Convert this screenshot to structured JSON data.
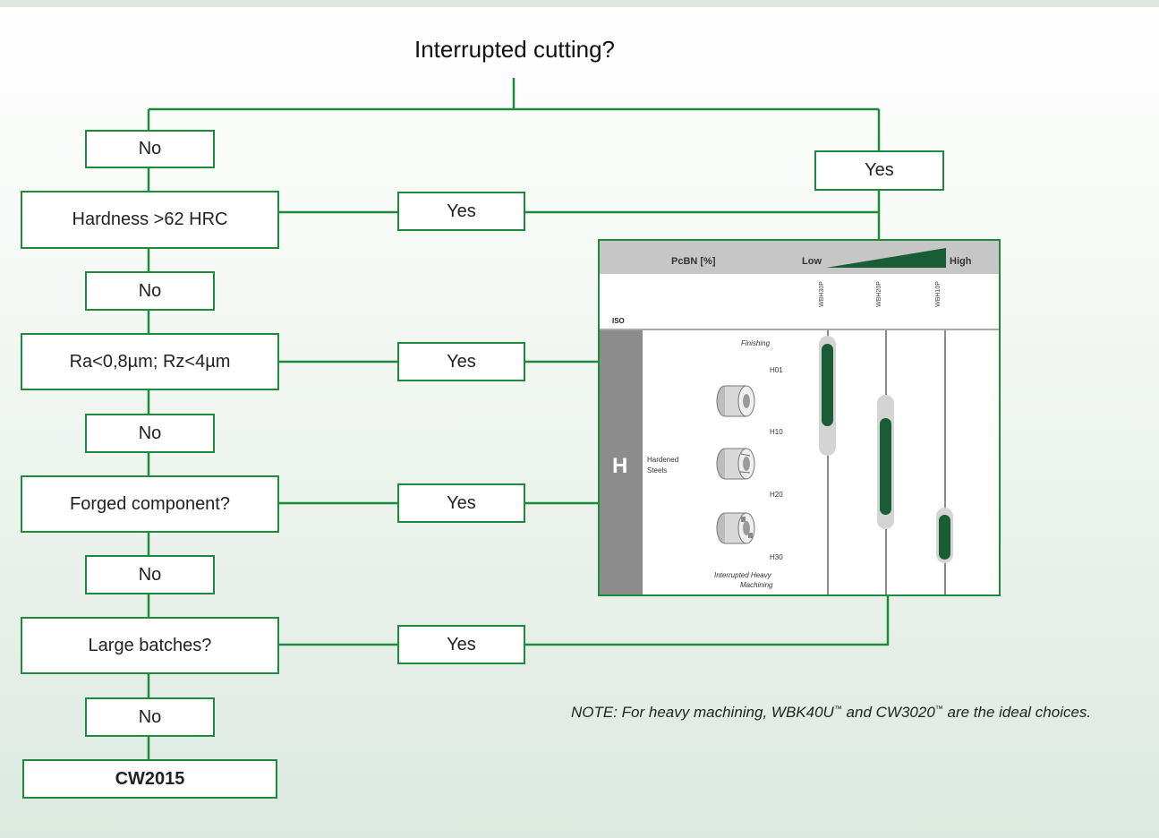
{
  "title": "Interrupted cutting?",
  "boxes": {
    "no1": "No",
    "yes_top": "Yes",
    "hardness": "Hardness >62 HRC",
    "yes_hardness": "Yes",
    "no2": "No",
    "roughness": "Ra<0,8µm; Rz<4µm",
    "yes_roughness": "Yes",
    "no3": "No",
    "forged": "Forged component?",
    "yes_forged": "Yes",
    "no4": "No",
    "batches": "Large batches?",
    "yes_batches": "Yes",
    "no5": "No",
    "result": "CW2015"
  },
  "panel": {
    "header_pcbn": "PcBN [%]",
    "header_low": "Low",
    "header_high": "High",
    "iso": "ISO",
    "grades": [
      "WBH30P",
      "WBH20P",
      "WBH10P"
    ],
    "iso_letter": "H",
    "material": [
      "Hardened",
      "Steels"
    ],
    "finishing": "Finishing",
    "codes": [
      "H01",
      "H10",
      "H20",
      "H30"
    ],
    "interrupted": [
      "Interrupted Heavy",
      "Machining"
    ],
    "colors": {
      "band": "#1a5c36",
      "band_halo": "#d4d4d4",
      "header": "#c6c6c6",
      "iso_bar": "#8c8c8c"
    }
  },
  "note": {
    "prefix": "NOTE: For heavy machining, WBK40U",
    "tm1": "™",
    "middle": " and CW3020",
    "tm2": "™",
    "suffix": " are the ideal choices."
  },
  "colors": {
    "line": "#1e8a3c",
    "box_fill": "#ffffff"
  }
}
